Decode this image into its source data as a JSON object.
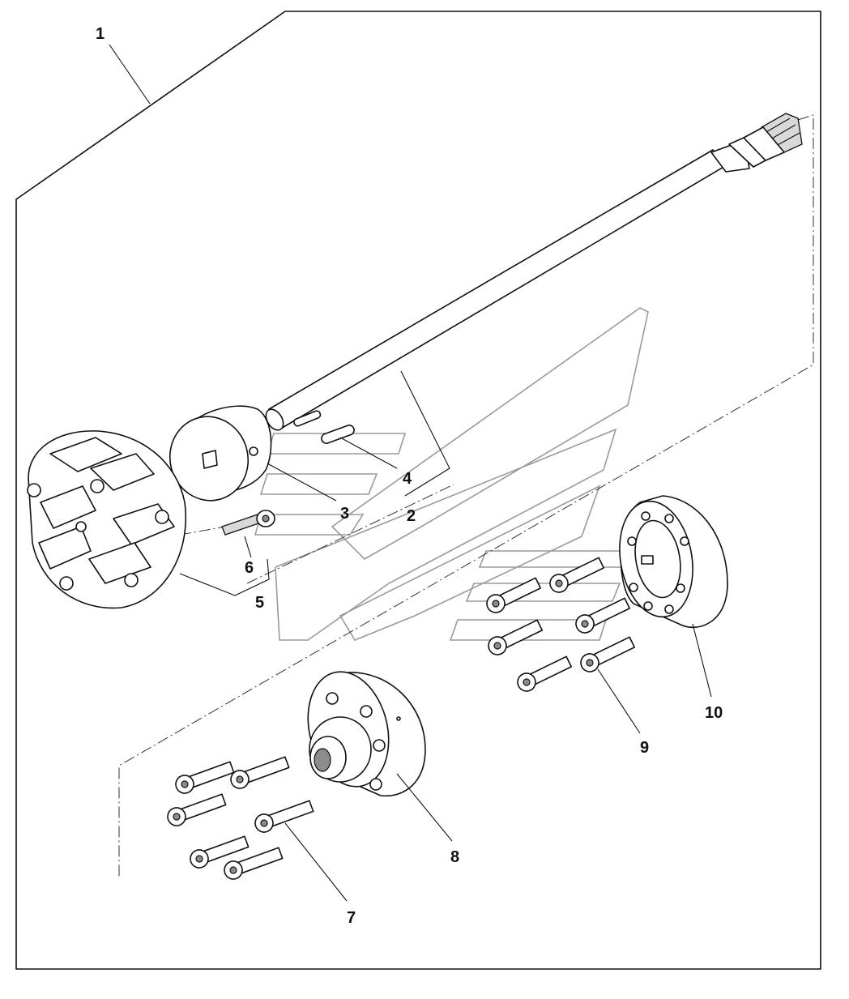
{
  "diagram": {
    "callouts": [
      {
        "id": "1",
        "label": "1"
      },
      {
        "id": "2",
        "label": "2"
      },
      {
        "id": "3",
        "label": "3"
      },
      {
        "id": "4",
        "label": "4"
      },
      {
        "id": "5",
        "label": "5"
      },
      {
        "id": "6",
        "label": "6"
      },
      {
        "id": "7",
        "label": "7"
      },
      {
        "id": "8",
        "label": "8"
      },
      {
        "id": "9",
        "label": "9"
      },
      {
        "id": "10",
        "label": "10"
      }
    ],
    "colors": {
      "line": "#111111",
      "watermark": "#9a9a9a",
      "shade": "#d9d9d9"
    }
  }
}
